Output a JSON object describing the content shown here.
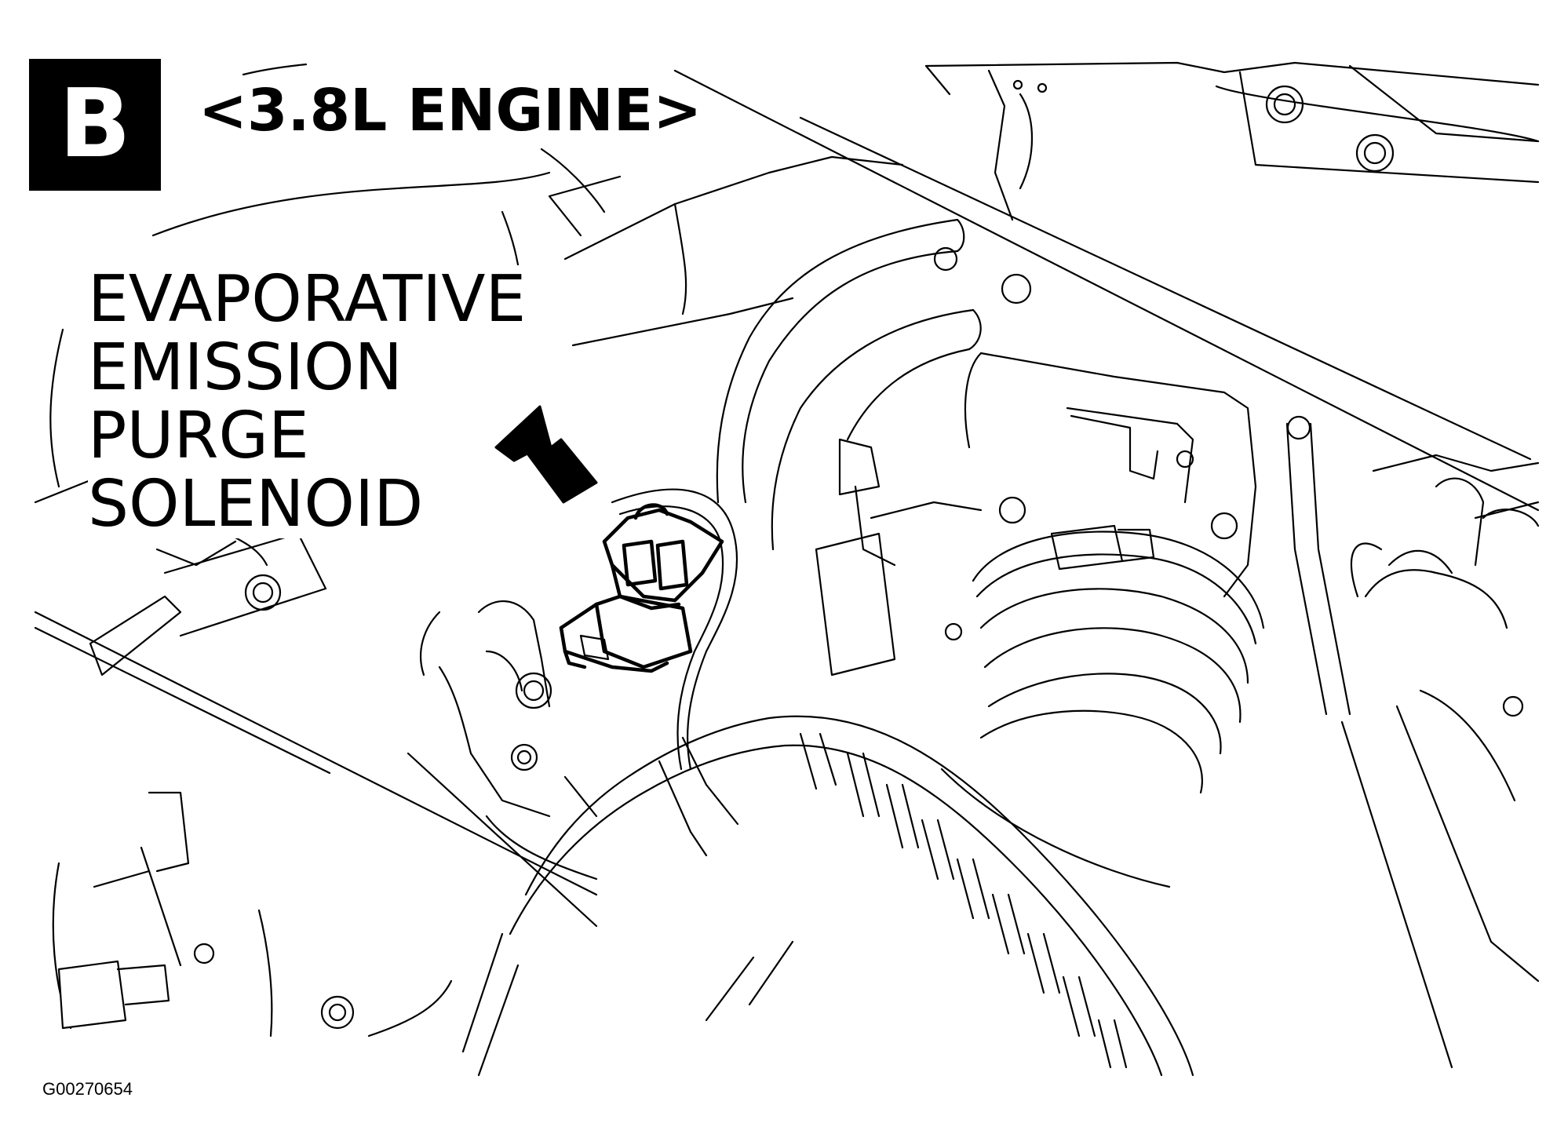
{
  "badge": "B",
  "title": "<3.8L ENGINE>",
  "component_label": [
    "EVAPORATIVE",
    "EMISSION",
    "PURGE",
    "SOLENOID"
  ],
  "figure_code": "G00270654",
  "icons": {
    "pointer": "black-arrow-icon"
  },
  "colors": {
    "ink": "#000000",
    "paper": "#ffffff"
  }
}
